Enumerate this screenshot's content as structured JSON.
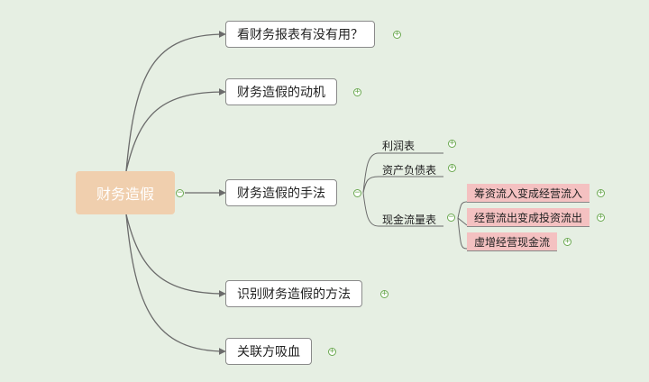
{
  "root": {
    "label": "财务造假"
  },
  "branches": [
    {
      "label": "看财务报表有没有用？"
    },
    {
      "label": "财务造假的动机"
    },
    {
      "label": "财务造假的手法"
    },
    {
      "label": "识别财务造假的方法"
    },
    {
      "label": "关联方吸血"
    }
  ],
  "methods": [
    {
      "label": "利润表"
    },
    {
      "label": "资产负债表"
    },
    {
      "label": "现金流量表"
    }
  ],
  "cashflow_items": [
    {
      "label": "筹资流入变成经营流入"
    },
    {
      "label": "经营流出变成投资流出"
    },
    {
      "label": "虚增经营现金流"
    }
  ],
  "icons": {
    "expand": "plus-circle-icon",
    "collapse": "minus-circle-icon"
  },
  "colors": {
    "background": "#e6efe3",
    "root_fill": "#f0cfae",
    "highlight": "#f4c1c1",
    "connector": "#6b6b6b",
    "toggle": "#6aa84f"
  }
}
